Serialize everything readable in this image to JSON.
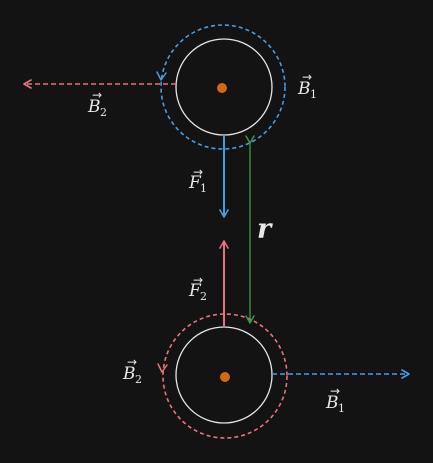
{
  "labels": {
    "top_b_field": {
      "letter": "B",
      "sub": "1"
    },
    "top_b_other": {
      "letter": "B",
      "sub": "2"
    },
    "top_force": {
      "letter": "F",
      "sub": "1"
    },
    "bottom_force": {
      "letter": "F",
      "sub": "2"
    },
    "bottom_b_field": {
      "letter": "B",
      "sub": "2"
    },
    "bottom_b_other": {
      "letter": "B",
      "sub": "1"
    },
    "separation": "r"
  },
  "vector_arrow_glyph": "→",
  "colors": {
    "background": "#131313",
    "wire_outline": "#e6e6e6",
    "wire_core": "#d06a12",
    "field_blue": "#4a9be0",
    "field_red": "#e8737a",
    "distance_green": "#3f9a48",
    "text": "#e8e8e8"
  }
}
